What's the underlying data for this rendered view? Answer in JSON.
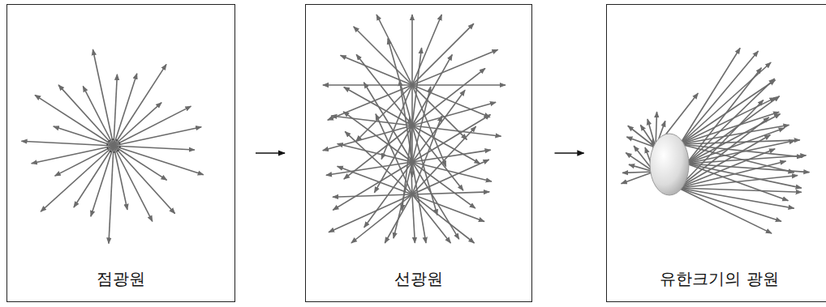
{
  "diagram": {
    "nodes": [
      {
        "text": [
          "점광원"
        ]
      },
      {
        "text": [
          "선광원"
        ]
      },
      {
        "text": [
          "유한크기의 광원"
        ]
      }
    ],
    "edges": [
      {
        "from": 0,
        "to": 1,
        "arrow": "to"
      },
      {
        "from": 1,
        "to": 2,
        "arrow": "to"
      }
    ]
  }
}
